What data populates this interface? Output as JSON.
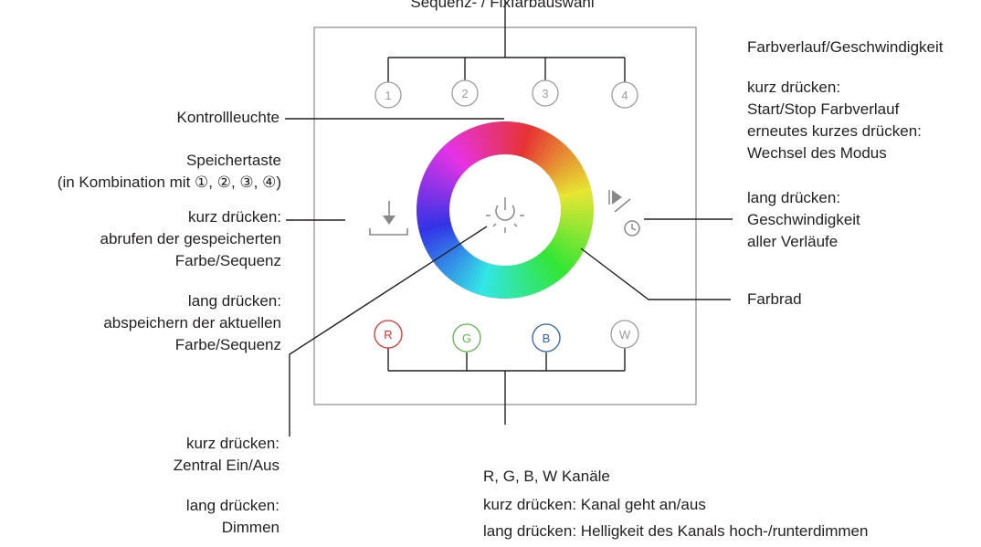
{
  "top_label": "Sequenz- / Fixfarbauswahl",
  "panel": {
    "number_buttons": [
      "1",
      "2",
      "3",
      "4"
    ],
    "channel_buttons": [
      {
        "label": "R",
        "color": "#e0302f"
      },
      {
        "label": "G",
        "color": "#5cb946"
      },
      {
        "label": "B",
        "color": "#2f62a8"
      },
      {
        "label": "W",
        "color": "#9b9b9b"
      }
    ],
    "frame_color": "#9b9b9b",
    "power_icon": "power-icon",
    "save_icon": "download-tray-icon",
    "speed_icon": "play-clock-icon"
  },
  "left": {
    "kontrollleuchte": "Kontrollleuchte",
    "speicher_title": "Speichertaste",
    "speicher_combo": "(in Kombination mit ①, ②, ③, ④)",
    "speicher_short_1": "kurz drücken:",
    "speicher_short_2": "abrufen der gespeicherten",
    "speicher_short_3": "Farbe/Sequenz",
    "speicher_long_1": "lang drücken:",
    "speicher_long_2": "abspeichern der aktuellen",
    "speicher_long_3": "Farbe/Sequenz",
    "power_short_1": "kurz drücken:",
    "power_short_2": "Zentral Ein/Aus",
    "power_long_1": "lang drücken:",
    "power_long_2": "Dimmen"
  },
  "right": {
    "farbverlauf_title": "Farbverlauf/Geschwindigkeit",
    "fv_short_1": "kurz drücken:",
    "fv_short_2": "Start/Stop Farbverlauf",
    "fv_short_3": "erneutes kurzes drücken:",
    "fv_short_4": "Wechsel des Modus",
    "fv_long_1": "lang drücken:",
    "fv_long_2": "Geschwindigkeit",
    "fv_long_3": "aller Verläufe",
    "farbrad": "Farbrad"
  },
  "bottom": {
    "channels_title": "R, G, B, W Kanäle",
    "channels_short": "kurz drücken: Kanal geht an/aus",
    "channels_long": "lang drücken: Helligkeit des Kanals hoch-/runterdimmen"
  }
}
